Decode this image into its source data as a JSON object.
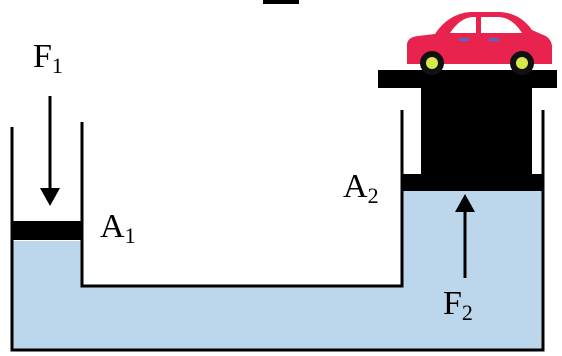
{
  "labels": {
    "f1": {
      "main": "F",
      "sub": "1"
    },
    "a1": {
      "main": "A",
      "sub": "1"
    },
    "a2": {
      "main": "A",
      "sub": "2"
    },
    "f2": {
      "main": "F",
      "sub": "2"
    }
  },
  "colors": {
    "fluid": "#bcd6ec",
    "piston": "#000000",
    "wall": "#000000",
    "car_body": "#e8234d",
    "car_window": "#ffffff",
    "wheel": "#111111",
    "hub": "#d7e84a"
  },
  "icons": {
    "car": "car-icon",
    "force_down": "arrow-down-icon",
    "force_up": "arrow-up-icon"
  }
}
